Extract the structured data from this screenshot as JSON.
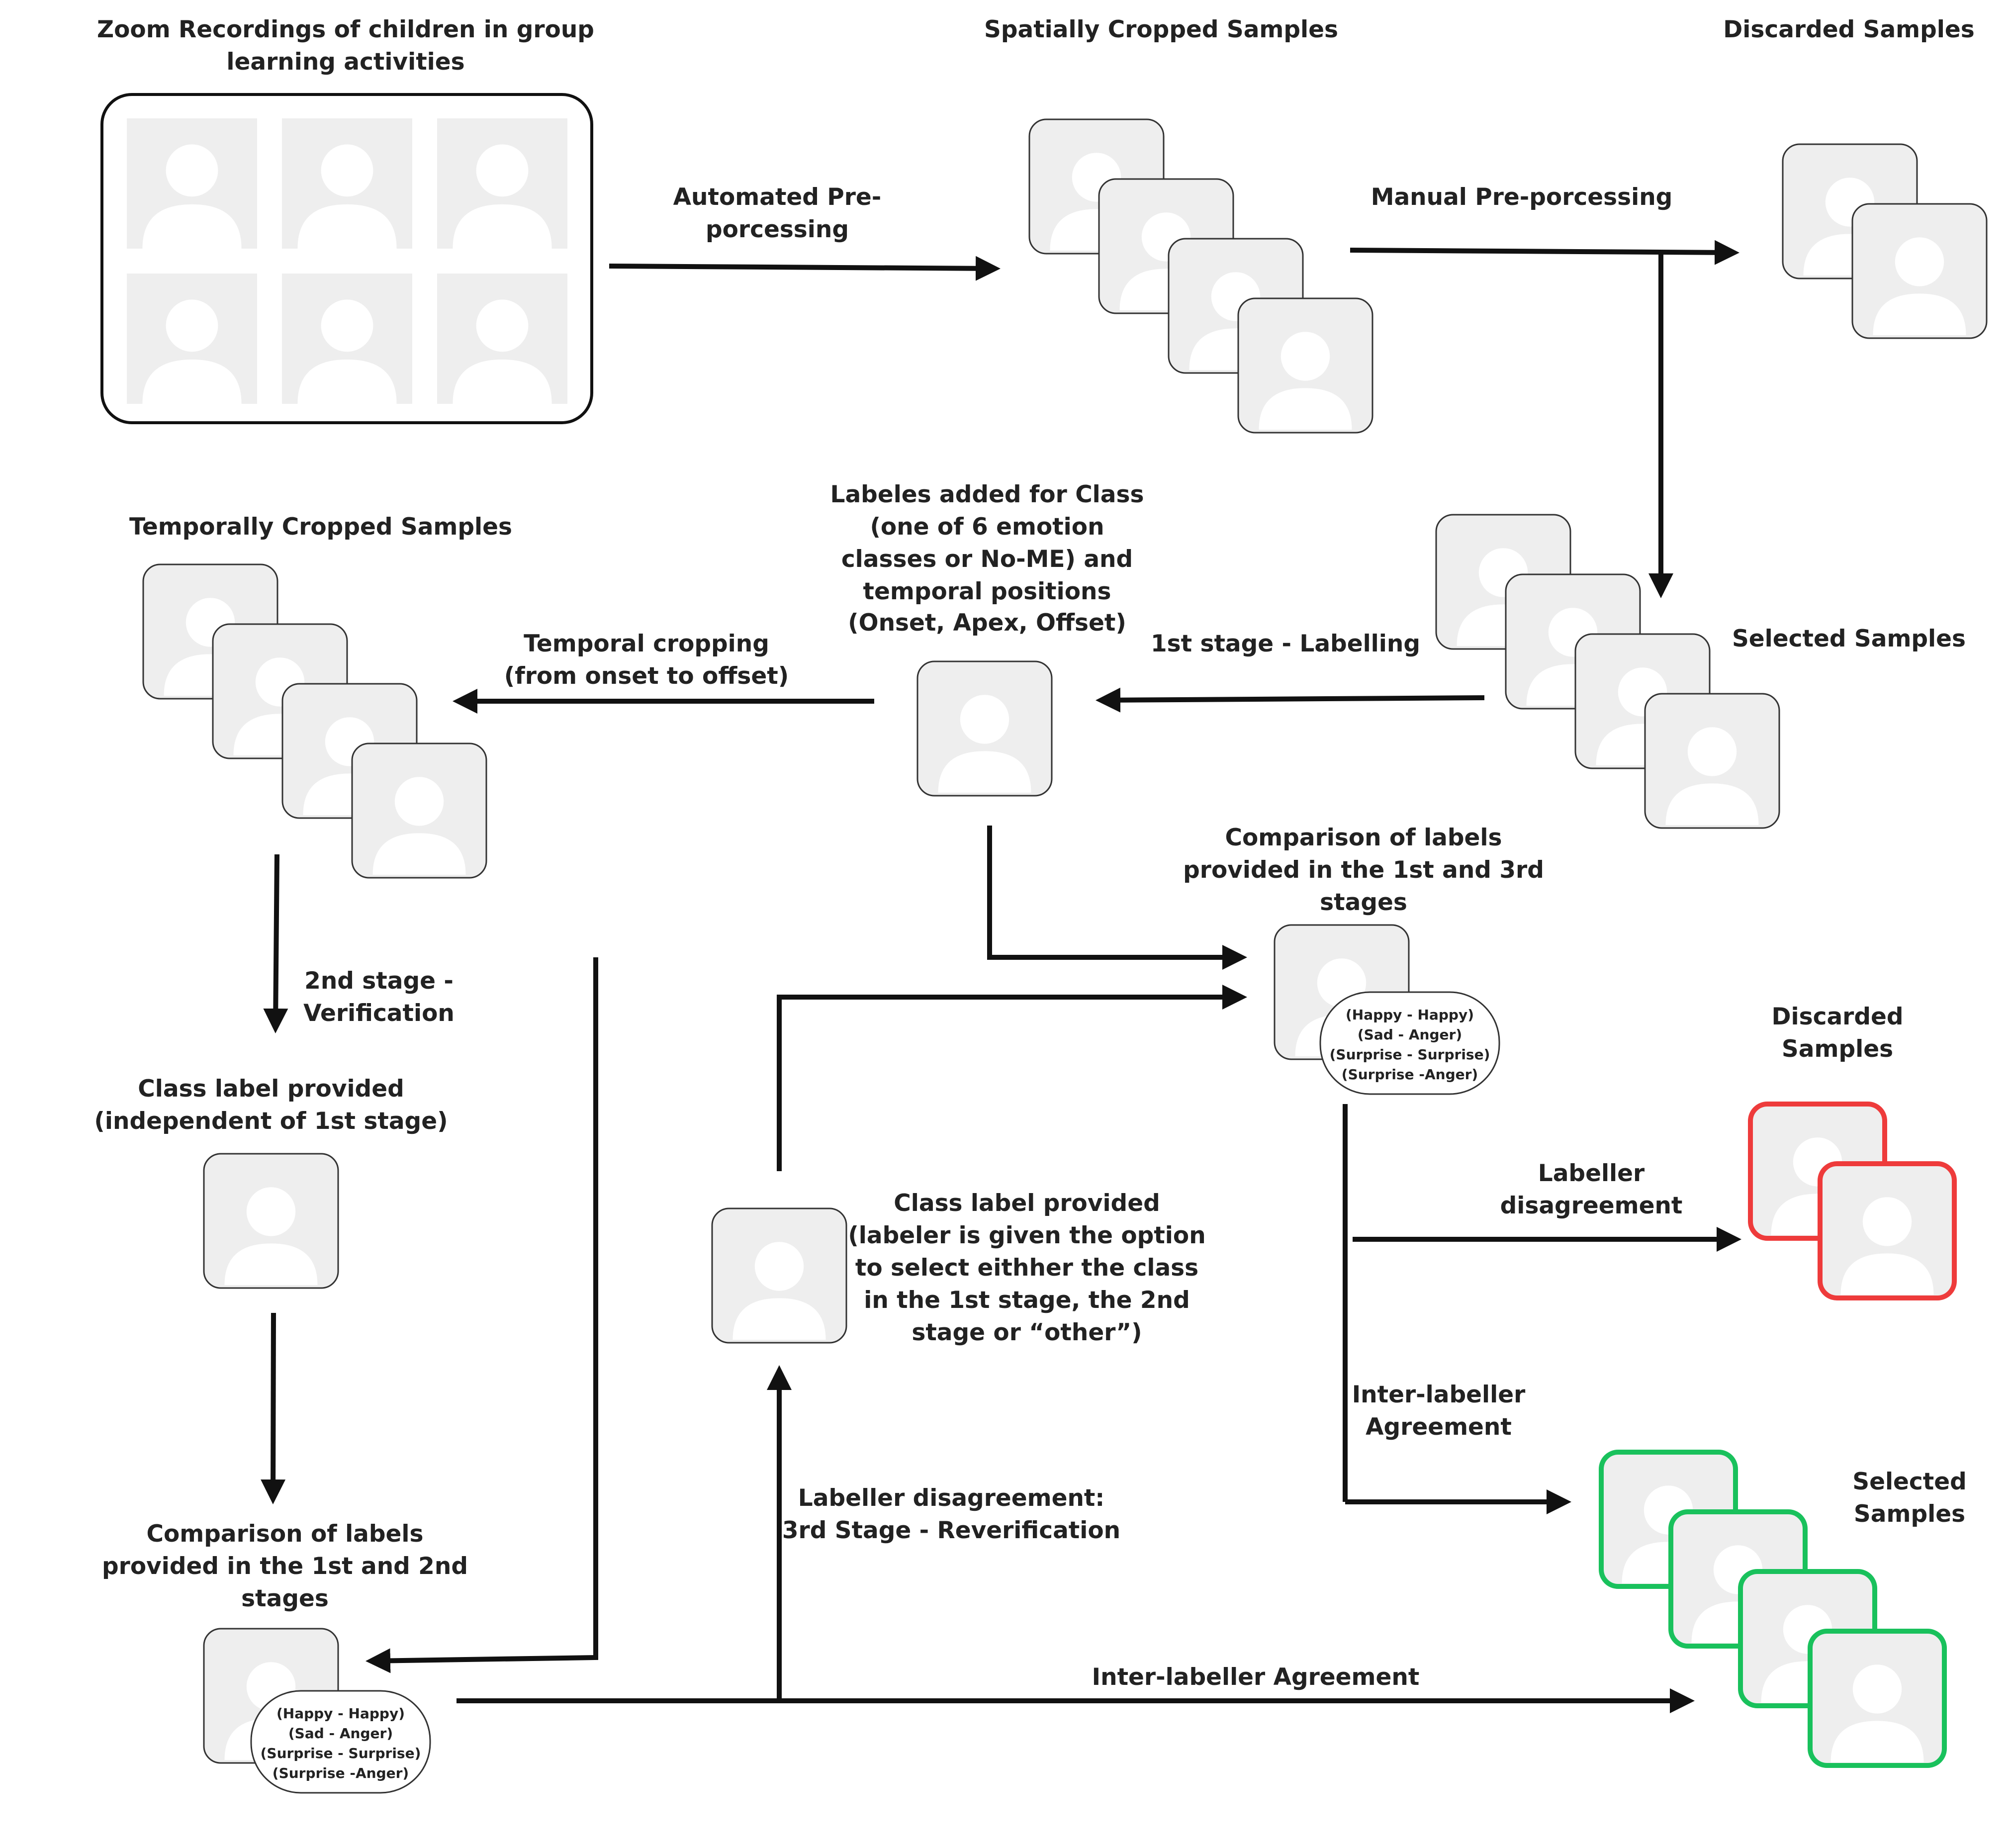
{
  "colors": {
    "ink": "#111111",
    "tile_fill": "#eeeeee",
    "tile_stroke": "#333333",
    "avatar": "#ffffff",
    "discarded": "#ee3b3b",
    "selected": "#19c15c"
  },
  "icons": {
    "person": "person-placeholder-icon",
    "arrow": "arrow-head-icon"
  },
  "labels": {
    "zoom_recordings": [
      "Zoom Recordings of children in group",
      "learning activities"
    ],
    "spatially_cropped": [
      "Spatially Cropped Samples"
    ],
    "discarded_top": [
      "Discarded Samples"
    ],
    "automated_preprocessing": [
      "Automated Pre-",
      "porcessing"
    ],
    "manual_preprocessing": [
      "Manual Pre-porcessing"
    ],
    "temporally_cropped": [
      "Temporally Cropped Samples"
    ],
    "labels_added": [
      "Labeles added for Class",
      "(one of 6 emotion",
      "classes or No-ME) and",
      "temporal positions",
      "(Onset, Apex, Offset)"
    ],
    "temporal_cropping": [
      "Temporal cropping",
      "(from onset to offset)"
    ],
    "first_stage": [
      "1st stage - Labelling"
    ],
    "selected_top": [
      "Selected Samples"
    ],
    "comparison_1_3": [
      "Comparison of labels",
      "provided in the 1st and 3rd",
      "stages"
    ],
    "second_stage": [
      "2nd stage -",
      "Verification"
    ],
    "discarded_mid": [
      "Discarded",
      "Samples"
    ],
    "class_label_independent": [
      "Class label provided",
      "(independent of 1st stage)"
    ],
    "class_label_option": [
      "Class label provided",
      "(labeler is given the option",
      "to select eithher the class",
      "in the 1st stage, the 2nd",
      "stage or “other”)"
    ],
    "labeller_disagreement": [
      "Labeller",
      "disagreement"
    ],
    "inter_labeller_right": [
      "Inter-labeller",
      "Agreement"
    ],
    "selected_bottom": [
      "Selected",
      "Samples"
    ],
    "comparison_1_2": [
      "Comparison of labels",
      "provided in the 1st and 2nd",
      "stages"
    ],
    "labeller_disagreement_3rd": [
      "Labeller disagreement:",
      "3rd Stage - Reverification"
    ],
    "inter_labeller_bottom": [
      "Inter-labeller Agreement"
    ]
  },
  "comparison_pairs": [
    "(Happy - Happy)",
    "(Sad - Anger)",
    "(Surprise - Surprise)",
    "(Surprise -Anger)"
  ]
}
